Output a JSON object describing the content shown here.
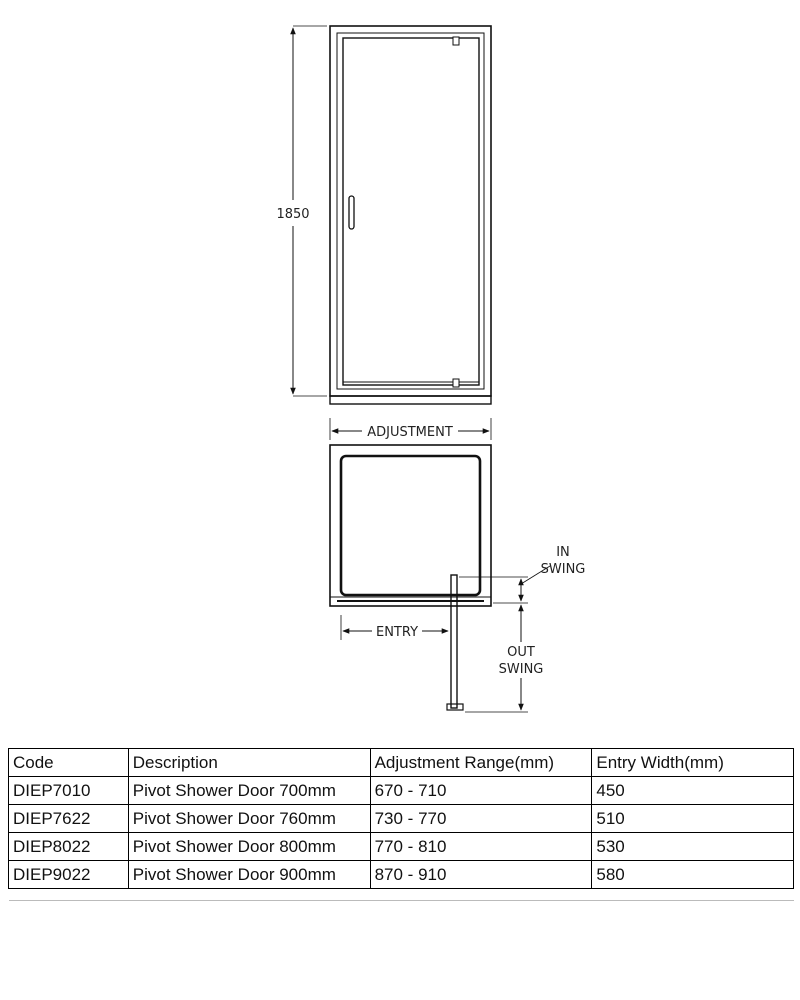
{
  "drawing": {
    "height_label": "1850",
    "adjustment_label": "ADJUSTMENT",
    "entry_label": "ENTRY",
    "in_swing_label": [
      "IN",
      "SWING"
    ],
    "out_swing_label": [
      "OUT",
      "SWING"
    ]
  },
  "table": {
    "headers": [
      "Code",
      "Description",
      "Adjustment Range(mm)",
      "Entry Width(mm)"
    ],
    "rows": [
      [
        "DIEP7010",
        "Pivot Shower Door 700mm",
        "670 - 710",
        "450"
      ],
      [
        "DIEP7622",
        "Pivot Shower Door 760mm",
        "730 - 770",
        "510"
      ],
      [
        "DIEP8022",
        "Pivot Shower Door 800mm",
        "770 - 810",
        "530"
      ],
      [
        "DIEP9022",
        "Pivot Shower Door 900mm",
        "870 - 910",
        "580"
      ]
    ]
  }
}
